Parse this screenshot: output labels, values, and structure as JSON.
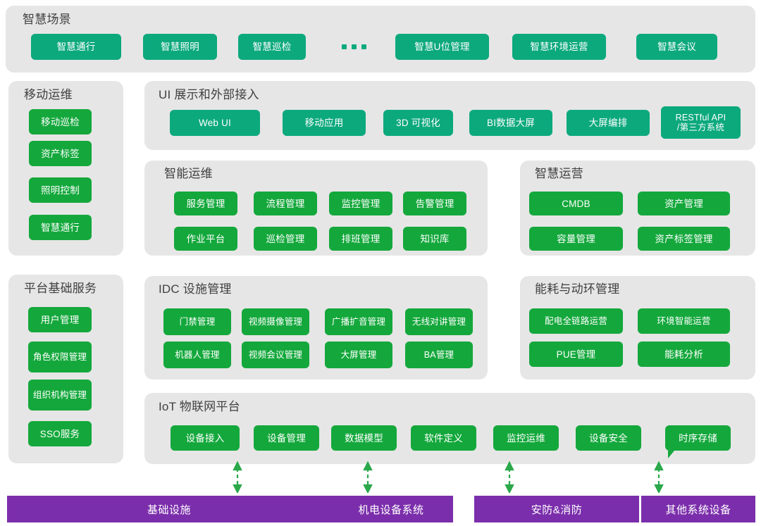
{
  "diagram": {
    "title_color": "#404040",
    "accent_teal": "#0ca97d",
    "accent_green": "#14a83c",
    "accent_purple": "#7b2eab",
    "panel_bg": "#e6e6e6"
  },
  "scene": {
    "title": "智慧场景",
    "items": [
      {
        "label": "智慧通行"
      },
      {
        "label": "智慧照明"
      },
      {
        "label": "智慧巡检"
      },
      {
        "label": "智慧U位管理"
      },
      {
        "label": "智慧环境运营"
      },
      {
        "label": "智慧会议"
      }
    ],
    "ellipsis": "..."
  },
  "mobile_ops": {
    "title": "移动运维",
    "items": [
      {
        "label": "移动巡检"
      },
      {
        "label": "资产标签"
      },
      {
        "label": "照明控制"
      },
      {
        "label": "智慧通行"
      }
    ]
  },
  "ui_access": {
    "title": "UI 展示和外部接入",
    "items": [
      {
        "label": "Web UI"
      },
      {
        "label": "移动应用"
      },
      {
        "label": "3D 可视化"
      },
      {
        "label": "BI数据大屏"
      },
      {
        "label": "大屏编排"
      },
      {
        "label": "RESTful API\n/第三方系统"
      }
    ]
  },
  "smart_ops": {
    "title": "智能运维",
    "items": [
      {
        "label": "服务管理"
      },
      {
        "label": "流程管理"
      },
      {
        "label": "监控管理"
      },
      {
        "label": "告警管理"
      },
      {
        "label": "作业平台"
      },
      {
        "label": "巡检管理"
      },
      {
        "label": "排班管理"
      },
      {
        "label": "知识库"
      }
    ]
  },
  "smart_operation": {
    "title": "智慧运营",
    "items": [
      {
        "label": "CMDB"
      },
      {
        "label": "资产管理"
      },
      {
        "label": "容量管理"
      },
      {
        "label": "资产标签管理"
      }
    ]
  },
  "platform_base": {
    "title": "平台基础服务",
    "items": [
      {
        "label": "用户管理"
      },
      {
        "label": "角色权限管理"
      },
      {
        "label": "组织机构管理"
      },
      {
        "label": "SSO服务"
      }
    ]
  },
  "idc": {
    "title": "IDC 设施管理",
    "items": [
      {
        "label": "门禁管理"
      },
      {
        "label": "视频摄像管理"
      },
      {
        "label": "广播扩音管理"
      },
      {
        "label": "无线对讲管理"
      },
      {
        "label": "机器人管理"
      },
      {
        "label": "视频会议管理"
      },
      {
        "label": "大屏管理"
      },
      {
        "label": "BA管理"
      }
    ]
  },
  "energy": {
    "title": "能耗与动环管理",
    "items": [
      {
        "label": "配电全链路运营"
      },
      {
        "label": "环境智能运营"
      },
      {
        "label": "PUE管理"
      },
      {
        "label": "能耗分析"
      }
    ]
  },
  "iot": {
    "title": "IoT 物联网平台",
    "items": [
      {
        "label": "设备接入"
      },
      {
        "label": "设备管理"
      },
      {
        "label": "数据模型"
      },
      {
        "label": "软件定义"
      },
      {
        "label": "监控运维"
      },
      {
        "label": "设备安全"
      },
      {
        "label": "时序存储"
      }
    ]
  },
  "infrastructure": {
    "bars": [
      {
        "label": "基础设施"
      },
      {
        "label": "机电设备系统"
      },
      {
        "label": "安防&消防"
      },
      {
        "label": "其他系统设备"
      }
    ]
  }
}
